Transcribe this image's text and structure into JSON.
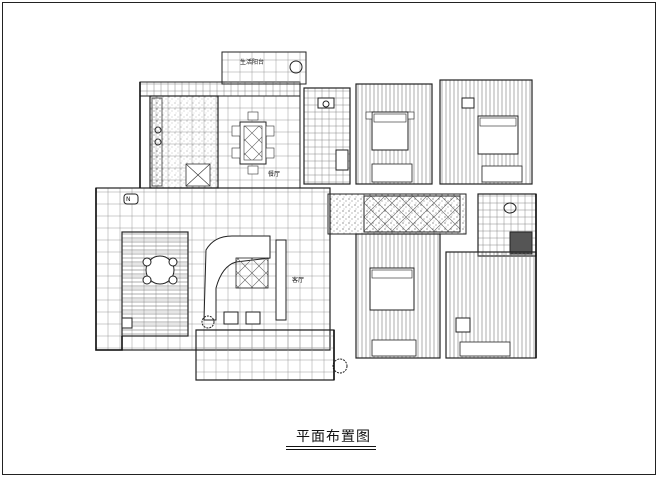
{
  "caption": "平面布置图",
  "tags": {
    "compass": "N",
    "living_marker": "客厅",
    "dining_marker": "餐厅",
    "balcony_note": "生活阳台"
  }
}
